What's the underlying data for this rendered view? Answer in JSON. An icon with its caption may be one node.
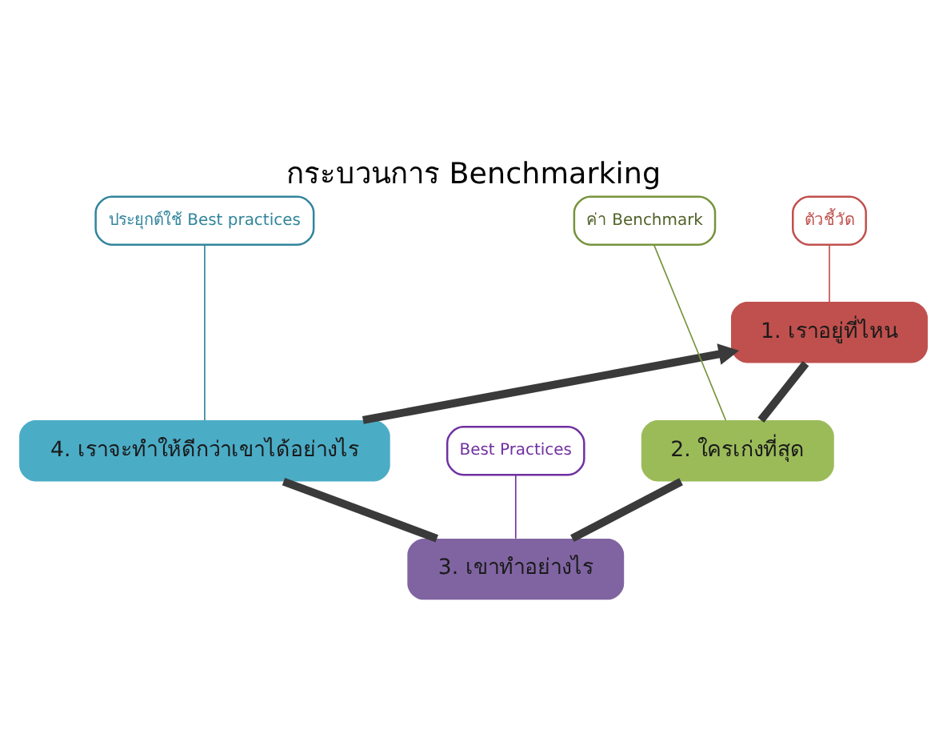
{
  "diagram": {
    "title": "กระบวนการ Benchmarking",
    "nodes": [
      {
        "text": [
          "1. เราอยู่ที่ไหน"
        ]
      },
      {
        "text": [
          "2. ใครเก่งที่สุด"
        ]
      },
      {
        "text": [
          "3. เขาทำอย่างไร"
        ]
      },
      {
        "text": [
          "4. เราจะทำให้ดีกว่าเขาได้อย่างไร"
        ]
      },
      {
        "text": [
          "ตัวชี้วัด"
        ]
      },
      {
        "text": [
          "ค่า Benchmark"
        ]
      },
      {
        "text": [
          "Best Practices"
        ]
      },
      {
        "text": [
          "ประยุกต์ใช้ Best practices"
        ]
      }
    ],
    "edges": [
      {
        "from": 0,
        "to": 1,
        "arrow": "none",
        "style": "thick"
      },
      {
        "from": 1,
        "to": 2,
        "arrow": "none",
        "style": "thick"
      },
      {
        "from": 2,
        "to": 3,
        "arrow": "none",
        "style": "thick"
      },
      {
        "from": 3,
        "to": 0,
        "arrow": "to",
        "style": "thick"
      },
      {
        "from": 4,
        "to": 0,
        "arrow": "none",
        "color": "#c0504d"
      },
      {
        "from": 5,
        "to": 1,
        "arrow": "none",
        "color": "#77933c"
      },
      {
        "from": 6,
        "to": 2,
        "arrow": "none",
        "color": "#7030a0"
      },
      {
        "from": 7,
        "to": 3,
        "arrow": "none",
        "color": "#31859c"
      }
    ]
  }
}
